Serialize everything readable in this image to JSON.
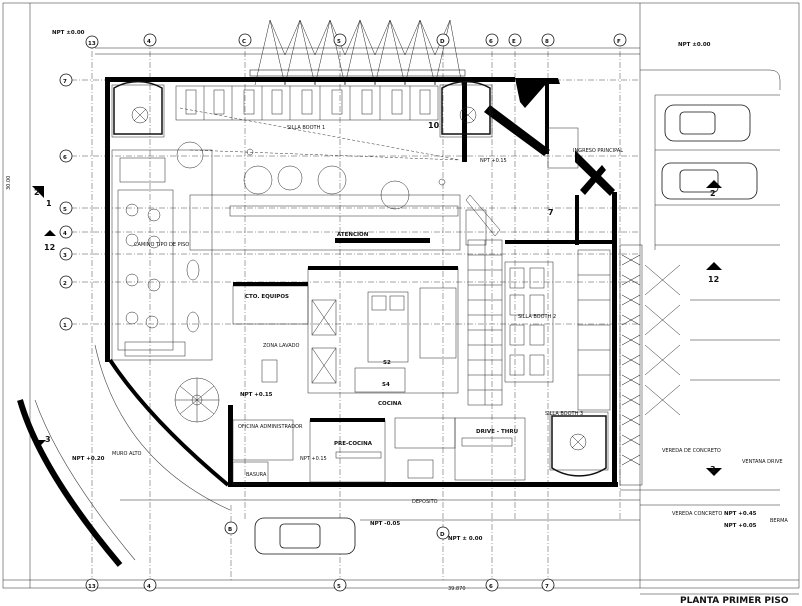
{
  "sheet": {
    "title": "PLANTA PRIMER PISO"
  },
  "grid": {
    "top_bubbles": [
      "13",
      "4",
      "C",
      "5",
      "D",
      "6",
      "E",
      "8",
      "F"
    ],
    "bottom_bubbles": [
      "13",
      "4",
      "B",
      "5",
      "D",
      "6",
      "7"
    ],
    "left_bubbles": [
      "7",
      "6",
      "5",
      "4",
      "3",
      "2",
      "1"
    ],
    "section_marks": [
      "2",
      "1",
      "12",
      "3",
      "7",
      "10"
    ],
    "right_marks": [
      "2",
      "12",
      "3"
    ]
  },
  "dimensions": {
    "overall_width": "39.870",
    "overall_depth": "30.00"
  },
  "levels": {
    "npt_top_left": "NPT ±0.00",
    "npt_top_right": "NPT ±0.00",
    "npt_front": "NPT +0.15",
    "npt_stair": "NPT +0.15",
    "npt_left": "NPT +0.20",
    "npt_bottom_mid": "NPT -0.05",
    "npt_bottom_b": "NPT ± 0.00",
    "npt_right_top": "NPT +0.45",
    "npt_right_bottom": "NPT +0.05",
    "npt_office": "NPT +0.15"
  },
  "rooms": {
    "booth_top": "SILLA BOOTH 1",
    "booth_right": "SILLA BOOTH 2",
    "booth_bottom": "SILLA BOOTH 3",
    "attention": "ATENCION",
    "eq_room": "CTO. EQUIPOS",
    "play_area": "CAMINO TIPO DE PISO",
    "entrance": "INGRESO PRINCIPAL",
    "wash": "ZONA LAVADO",
    "kitchen": "COCINA",
    "prekitchen": "PRE-COCINA",
    "office": "OFICINA ADMINISTRADOR",
    "trash": "BASURA",
    "drive": "DRIVE - THRU",
    "storage": "DEPOSITO",
    "s2": "S2",
    "s4": "S4"
  },
  "annotations": {
    "vehicle_note": "VEREDA DE CONCRETO",
    "sidewalk": "VEREDA CONCRETO",
    "drive_note": "VENTANA DRIVE",
    "berm": "BERMA",
    "wall_note": "MURO ALTO"
  }
}
